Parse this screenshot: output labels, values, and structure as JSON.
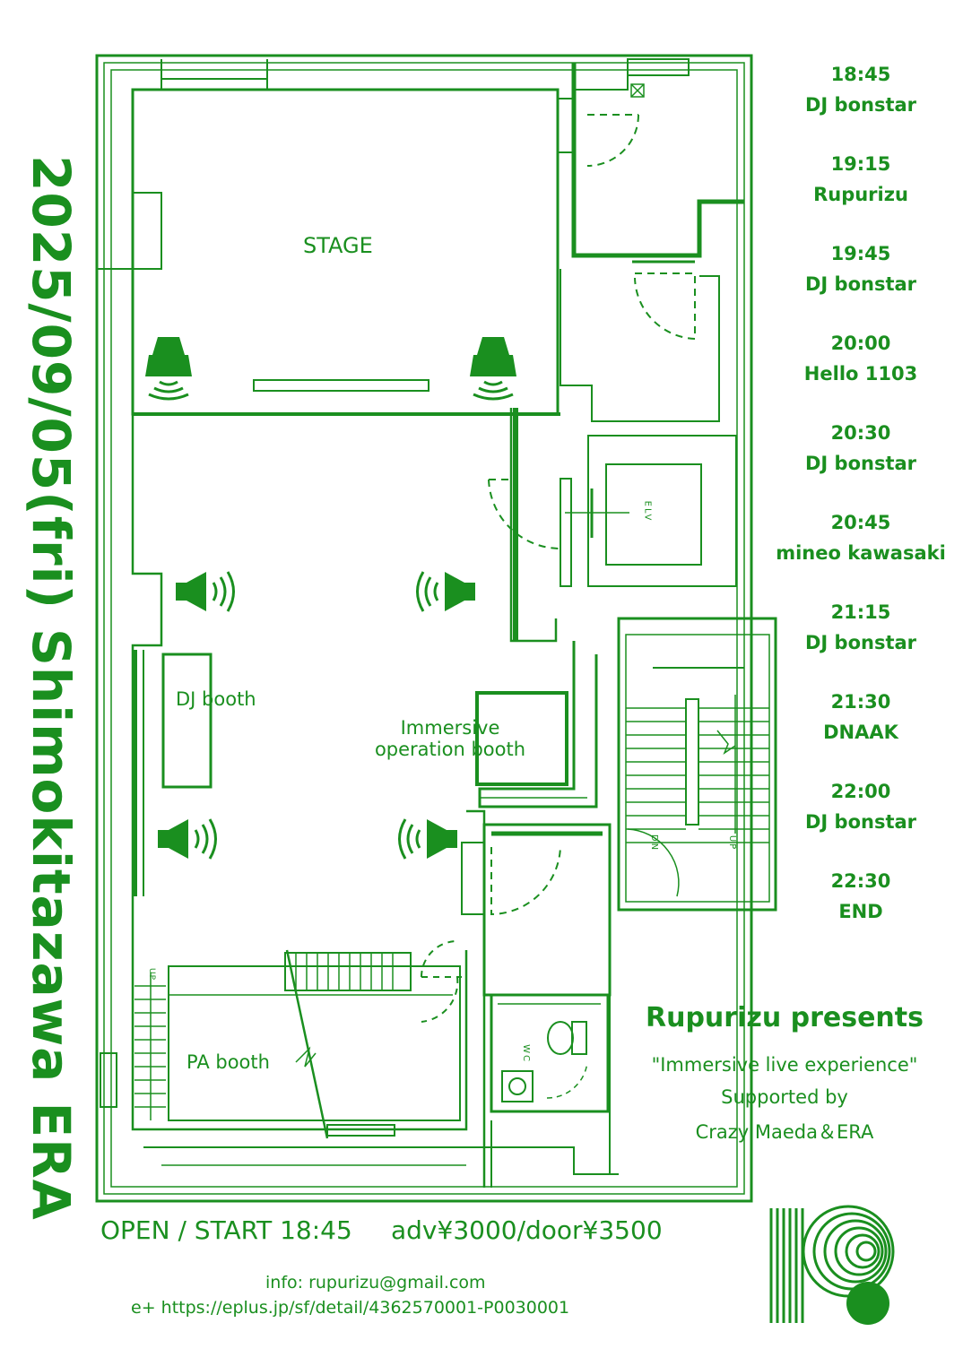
{
  "title_vertical": "2025/09/05(fri)  Shimokitazawa ERA",
  "colors": {
    "primary": "#1a8f1f",
    "background": "#ffffff"
  },
  "timetable": [
    {
      "time": "18:45",
      "act": "DJ bonstar"
    },
    {
      "time": "19:15",
      "act": "Rupurizu"
    },
    {
      "time": "19:45",
      "act": "DJ bonstar"
    },
    {
      "time": "20:00",
      "act": "Hello 1103"
    },
    {
      "time": "20:30",
      "act": "DJ bonstar"
    },
    {
      "time": "20:45",
      "act": "mineo kawasaki"
    },
    {
      "time": "21:15",
      "act": "DJ bonstar"
    },
    {
      "time": "21:30",
      "act": "DNAAK"
    },
    {
      "time": "22:00",
      "act": "DJ bonstar"
    },
    {
      "time": "22:30",
      "act": "END"
    }
  ],
  "floorplan": {
    "stage": "STAGE",
    "dj_booth": "DJ booth",
    "immersive_line1": "Immersive",
    "immersive_line2": "operation booth",
    "pa_booth": "PA booth",
    "elv": "ELV",
    "dn": "DN",
    "up": "UP",
    "up_small": "UP",
    "wc": "WC",
    "speaker_icon": "speaker-icon"
  },
  "presents": {
    "heading": "Rupurizu presents",
    "subtitle": "\"Immersive live experience\"",
    "supported_line1": "Supported by",
    "supported_line2": "Crazy Maeda＆ERA"
  },
  "event": {
    "open_start": "OPEN / START  18:45",
    "price": "adv¥3000/door¥3500"
  },
  "info": {
    "email": "info: rupurizu@gmail.com",
    "eplus": "e+  https://eplus.jp/sf/detail/4362570001-P0030001"
  },
  "logo_icon": "rupurizu-logo-icon"
}
